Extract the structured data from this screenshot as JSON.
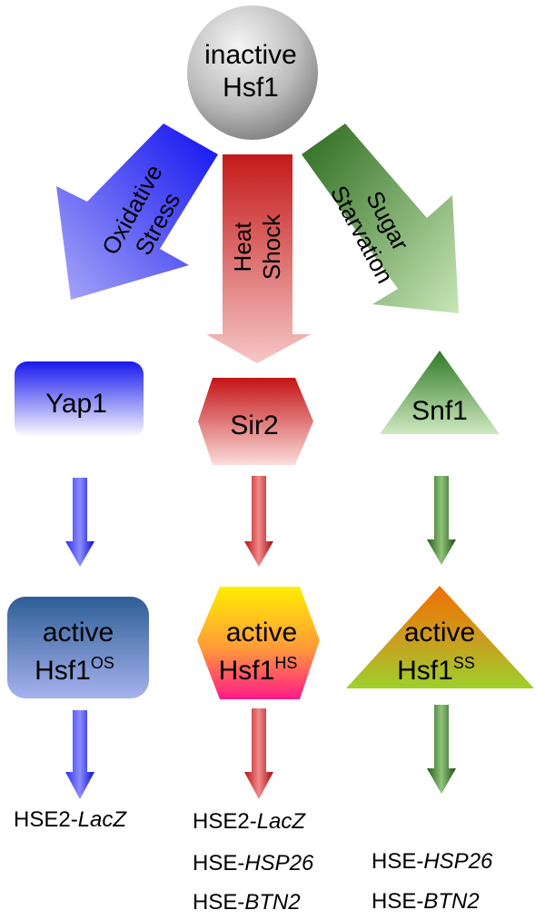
{
  "root": {
    "line1": "inactive",
    "line2": "Hsf1"
  },
  "pathways": [
    {
      "id": "oxidative",
      "trigger": [
        "Oxidative",
        "Stress"
      ],
      "sensor": "Yap1",
      "active": {
        "line1": "active",
        "base": "Hsf1",
        "sup": "OS"
      },
      "outputs": [
        {
          "prefix": "HSE2-",
          "gene": "LacZ"
        }
      ]
    },
    {
      "id": "heat",
      "trigger": [
        "Heat",
        "Shock"
      ],
      "sensor": "Sir2",
      "active": {
        "line1": "active",
        "base": "Hsf1",
        "sup": "HS"
      },
      "outputs": [
        {
          "prefix": "HSE2-",
          "gene": "LacZ"
        },
        {
          "prefix": "HSE-",
          "gene": "HSP26"
        },
        {
          "prefix": "HSE-",
          "gene": "BTN2"
        }
      ]
    },
    {
      "id": "sugar",
      "trigger": [
        "Sugar",
        "Starvation"
      ],
      "sensor": "Snf1",
      "active": {
        "line1": "active",
        "base": "Hsf1",
        "sup": "SS"
      },
      "outputs": [
        {
          "prefix": "HSE-",
          "gene": "HSP26"
        },
        {
          "prefix": "HSE-",
          "gene": "BTN2"
        }
      ]
    }
  ],
  "colors": {
    "blue": "#2222ee",
    "red": "#cc2222",
    "green": "#2e6e22",
    "root_gray": "#9a9a9a"
  }
}
